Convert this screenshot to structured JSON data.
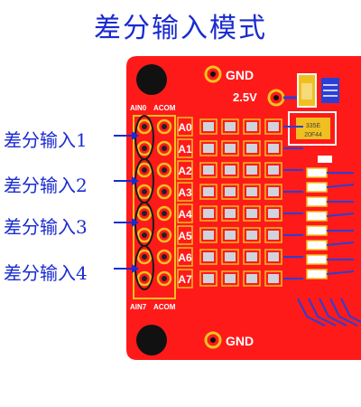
{
  "title": "差分输入模式",
  "board": {
    "gnd_top": "GND",
    "gnd_bottom": "GND",
    "voltage": "2.5V",
    "header_top_left": "AIN0",
    "header_top_right": "ACOM",
    "header_bottom_left": "AIN7",
    "header_bottom_right": "ACOM",
    "chip_line1": "335E",
    "chip_line2": "20F44",
    "channels": [
      "A0",
      "A1",
      "A2",
      "A3",
      "A4",
      "A5",
      "A6",
      "A7"
    ]
  },
  "labels": [
    {
      "text": "差分输入1"
    },
    {
      "text": "差分输入2"
    },
    {
      "text": "差分输入3"
    },
    {
      "text": "差分输入4"
    }
  ],
  "colors": {
    "pcb_red": "#ff1a1a",
    "trace_blue": "#2a3fd6",
    "pad_gold": "#f0c020",
    "text_blue": "#1a2bd0"
  }
}
